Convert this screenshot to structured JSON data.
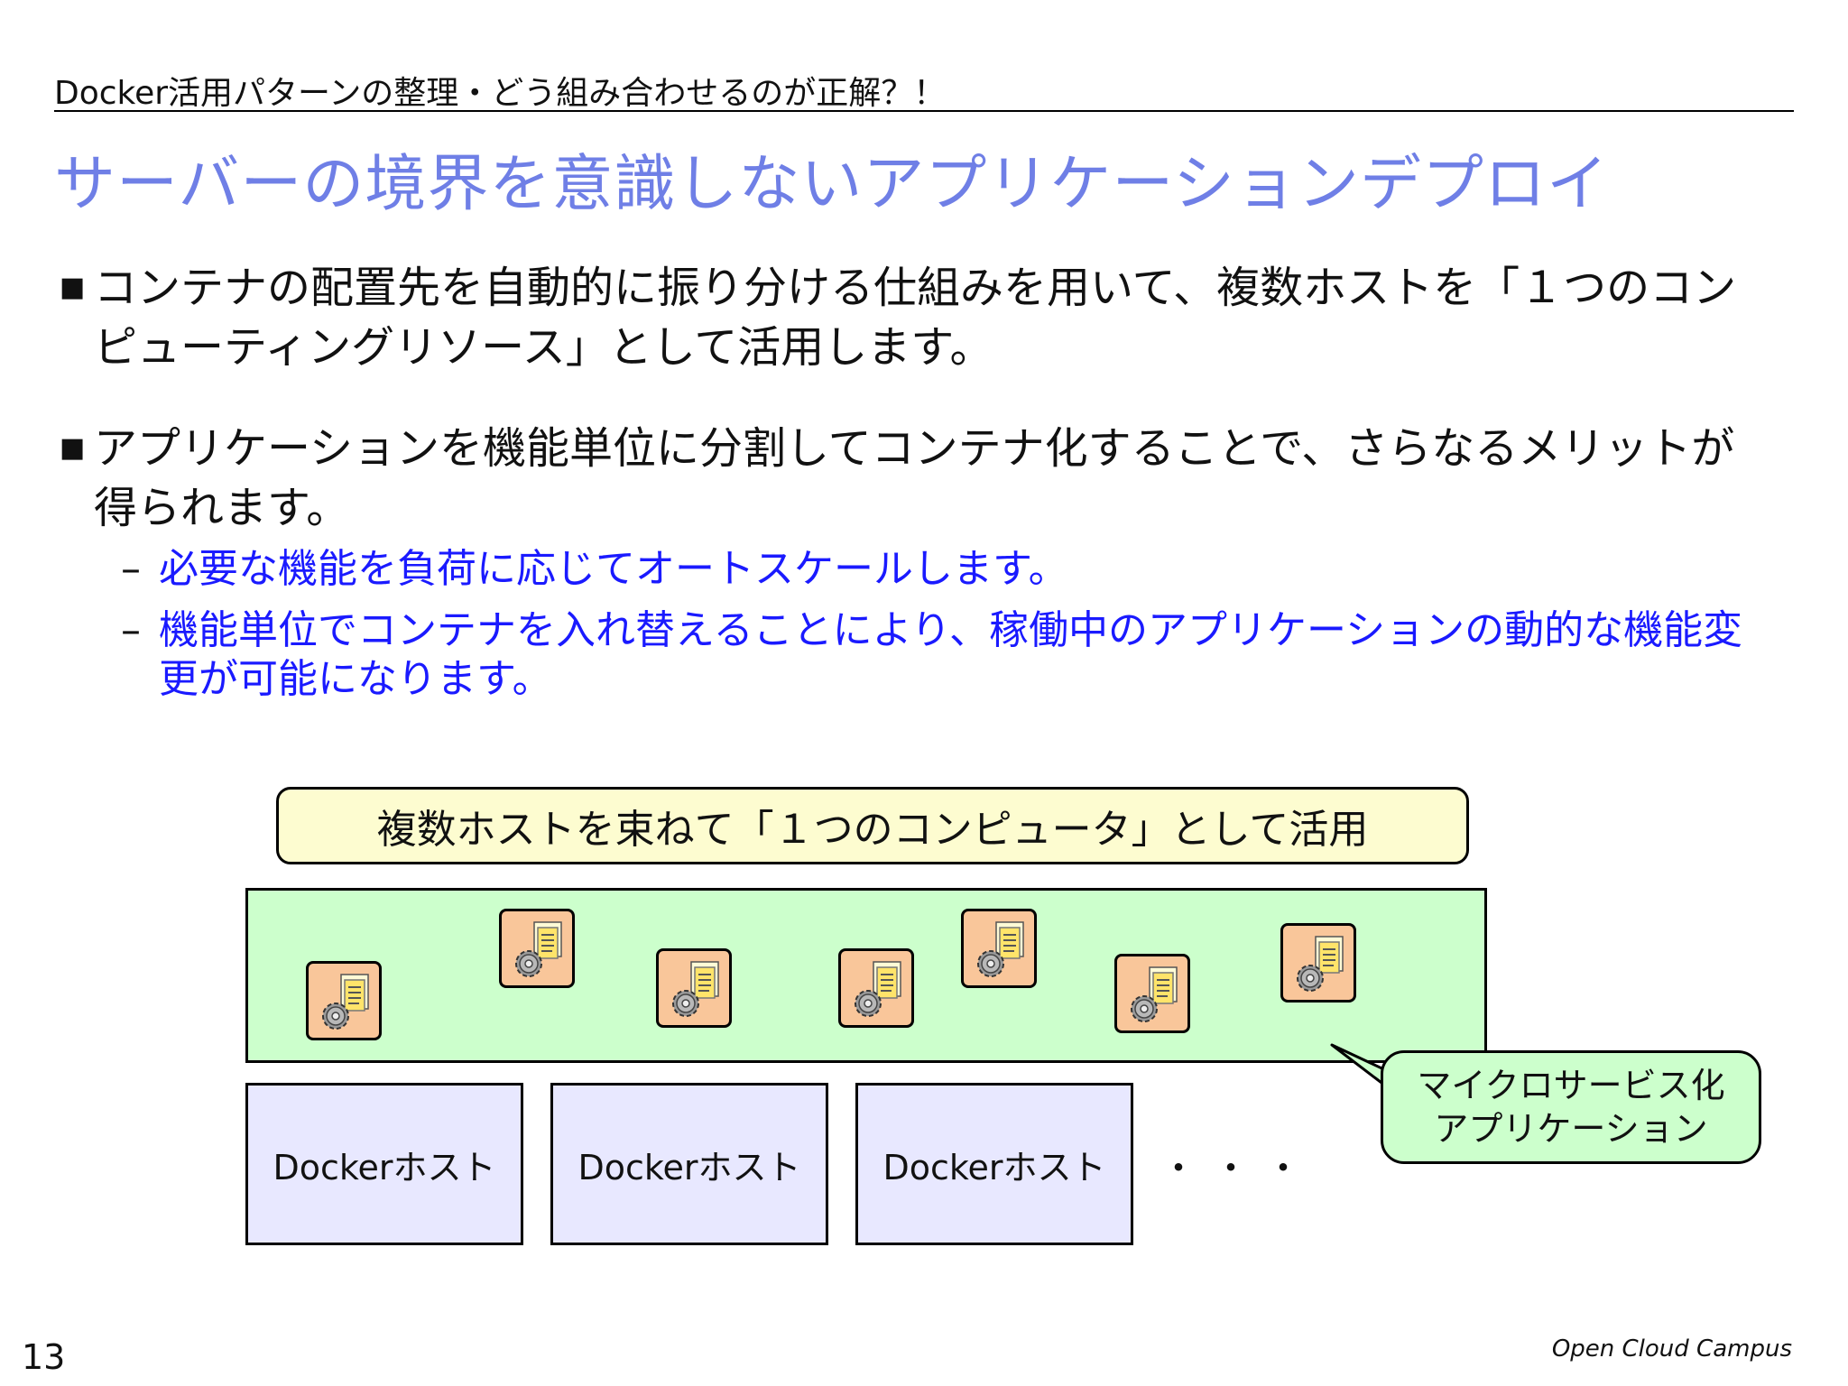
{
  "header": {
    "section_title": "Docker活用パターンの整理・どう組み合わせるのが正解？！"
  },
  "slide": {
    "title": "サーバーの境界を意識しないアプリケーションデプロイ",
    "bullets": [
      {
        "marker": "■",
        "text": "コンテナの配置先を自動的に振り分ける仕組みを用いて、複数ホストを「１つのコンピューティングリソース」として活用します。"
      },
      {
        "marker": "■",
        "text": "アプリケーションを機能単位に分割してコンテナ化することで、さらなるメリットが得られます。",
        "sub_items": [
          {
            "dash": "–",
            "text": "必要な機能を負荷に応じてオートスケールします。"
          },
          {
            "dash": "–",
            "text": "機能単位でコンテナを入れ替えることにより、稼働中のアプリケーションの動的な機能変更が可能になります。"
          }
        ]
      }
    ]
  },
  "diagram": {
    "banner": "複数ホストを束ねて「１つのコンピュータ」として活用",
    "app_icon": "gear-document-icon",
    "hosts": [
      "Dockerホスト",
      "Dockerホスト",
      "Dockerホスト"
    ],
    "ellipsis": "・・・",
    "callout": {
      "line1": "マイクロサービス化",
      "line2": "アプリケーション"
    },
    "colors": {
      "banner_fill": "#fdfcd0",
      "cluster_fill": "#ccffcc",
      "host_fill": "#e8e8ff",
      "app_icon_fill": "#f9c69a"
    }
  },
  "footer": {
    "page_number": "13",
    "brand": "Open Cloud Campus"
  }
}
